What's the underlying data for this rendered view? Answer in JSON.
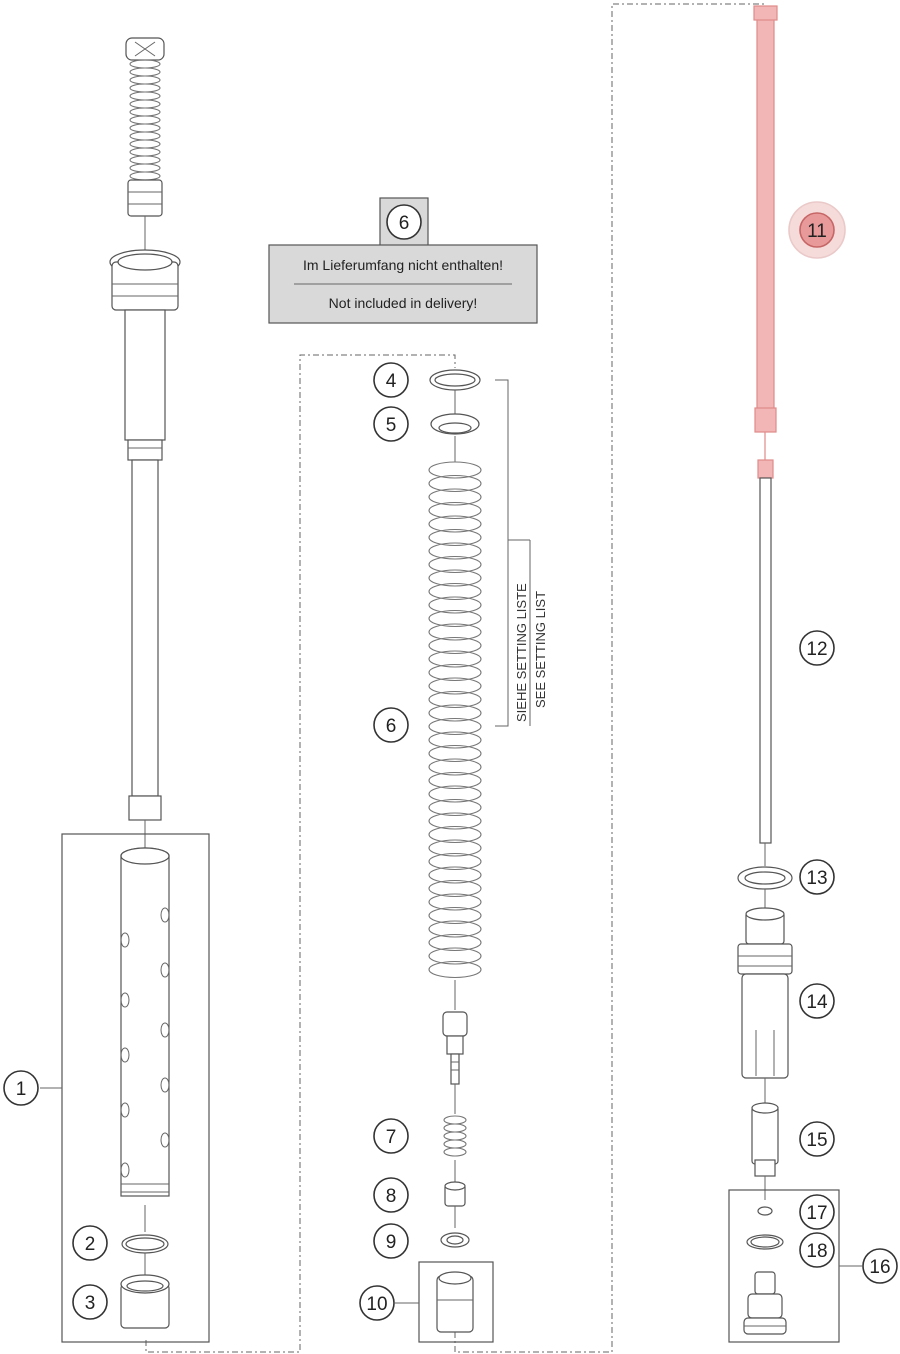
{
  "colors": {
    "highlight": "#e88888",
    "line": "#555555",
    "note_bg": "#d9d9d9"
  },
  "note": {
    "ref": "6",
    "line_de": "Im Lieferumfang nicht enthalten!",
    "line_en": "Not included in delivery!"
  },
  "setting_note": {
    "line_de": "SIEHE SETTING LISTE",
    "line_en": "SEE SETTING LIST"
  },
  "callouts": [
    {
      "label": "1"
    },
    {
      "label": "2"
    },
    {
      "label": "3"
    },
    {
      "label": "4"
    },
    {
      "label": "5"
    },
    {
      "label": "6"
    },
    {
      "label": "7"
    },
    {
      "label": "8"
    },
    {
      "label": "9"
    },
    {
      "label": "10"
    },
    {
      "label": "11",
      "highlighted": true
    },
    {
      "label": "12"
    },
    {
      "label": "13"
    },
    {
      "label": "14"
    },
    {
      "label": "15"
    },
    {
      "label": "16"
    },
    {
      "label": "17"
    },
    {
      "label": "18"
    }
  ]
}
